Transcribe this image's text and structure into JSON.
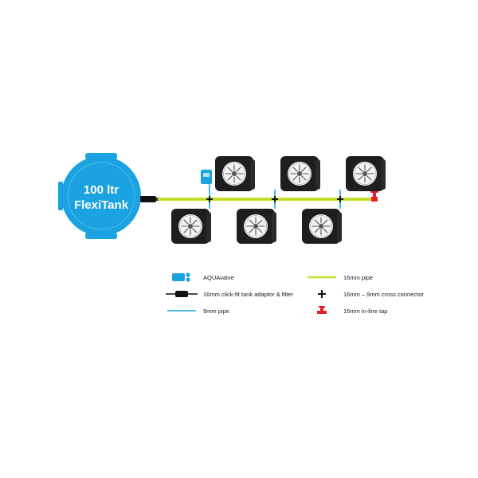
{
  "tank": {
    "line1": "100 ltr",
    "line2": "FlexiTank"
  },
  "colors": {
    "tank_blue": "#1aa3e0",
    "pipe_16mm": "#c8e02b",
    "pipe_9mm": "#1aa3e0",
    "pot": "#1e1e1e",
    "tap_red": "#e0202a",
    "cross": "#111111"
  },
  "legend": {
    "aquavalve": "AQUAvalve",
    "tank_adaptor": "16mm click-fit tank adaptor & filter",
    "pipe_9mm": "9mm pipe",
    "pipe_16mm": "16mm pipe",
    "cross_connector": "16mm – 9mm cross connector",
    "inline_tap": "16mm in-line tap"
  },
  "pots": {
    "top_row_count": 3,
    "bottom_row_count": 3
  }
}
